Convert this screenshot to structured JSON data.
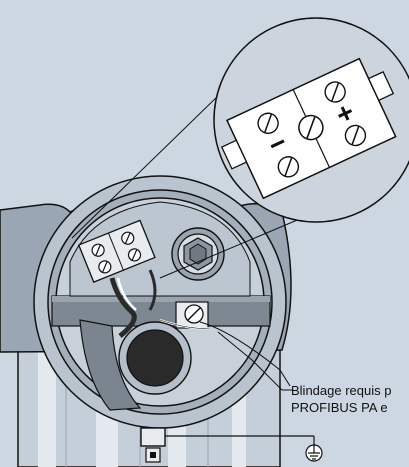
{
  "callout": {
    "line1": "Blindage requis p",
    "line2": "PROFIBUS PA e"
  },
  "terminal_symbols": {
    "minus": "−",
    "plus": "+"
  },
  "icons": [
    "ground-icon",
    "screw-icon",
    "terminal-block",
    "cable-gland"
  ],
  "colors": {
    "background": "#cdd7e1",
    "housing": "#9aa7b5",
    "housing_light": "#c4ced8",
    "band": "#7b858f",
    "cable": "#2a2a2a",
    "line": "#111111"
  }
}
